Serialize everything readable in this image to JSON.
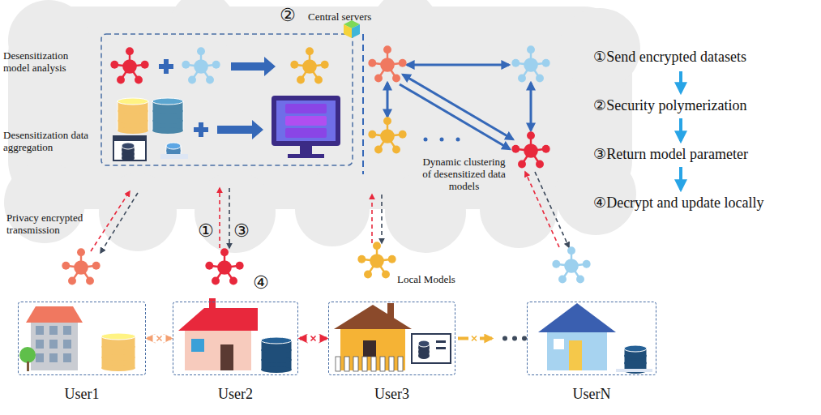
{
  "diagram": {
    "nodes": [
      {
        "text": [
          "User1"
        ]
      },
      {
        "text": [
          "User2"
        ]
      },
      {
        "text": [
          "User3"
        ]
      },
      {
        "text": [
          "UserN"
        ]
      }
    ],
    "edges": [
      {
        "from": 0,
        "to": 1,
        "arrow": "both"
      },
      {
        "from": 1,
        "to": 2,
        "arrow": "both"
      }
    ],
    "labels": [
      "②",
      "Central servers",
      "①Send encrypted datasets",
      "Desensitization model analysis",
      "②Security polymerization",
      "③Return model parameter",
      "Desensitization data aggregation",
      "Dynamic clustering of desensitized data models",
      "④Decrypt and update locally",
      "Privacy encrypted transmission",
      "①",
      "③",
      "④",
      "Local Models"
    ]
  }
}
